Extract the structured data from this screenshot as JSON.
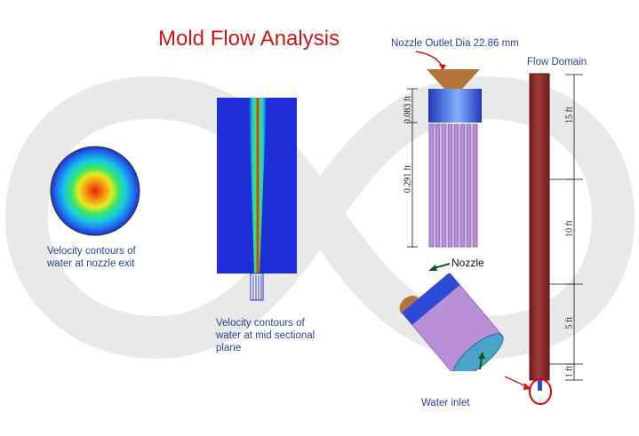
{
  "title": "Mold Flow Analysis",
  "colors": {
    "title": "#d21414",
    "caption": "#2a3f9a",
    "pipe": "#8c2a2a",
    "nozzle_cone": "#b27438",
    "nozzle_body": "#2c4ad6",
    "tubes": "#b98fd8",
    "contour_low": "#1f2fd6",
    "contour_high": "#e81e10",
    "background_logo": "#e9e9e9"
  },
  "captions": {
    "nozzle_exit": [
      "Velocity contours of",
      "water at nozzle exit"
    ],
    "mid_plane": [
      "Velocity contours of",
      "water at mid sectional",
      "plane"
    ]
  },
  "nozzle_assembly": {
    "outlet_label": "Nozzle Outlet Dia 22.86 mm",
    "dims": [
      "0.083 ft",
      "0.291 ft"
    ]
  },
  "iso_view": {
    "nozzle_label": "Nozzle",
    "water_inlet_label": "Water inlet"
  },
  "flow_domain": {
    "label": "Flow Domain",
    "dims": [
      "15 ft",
      "10 ft",
      "5 ft",
      "1 ft"
    ]
  }
}
